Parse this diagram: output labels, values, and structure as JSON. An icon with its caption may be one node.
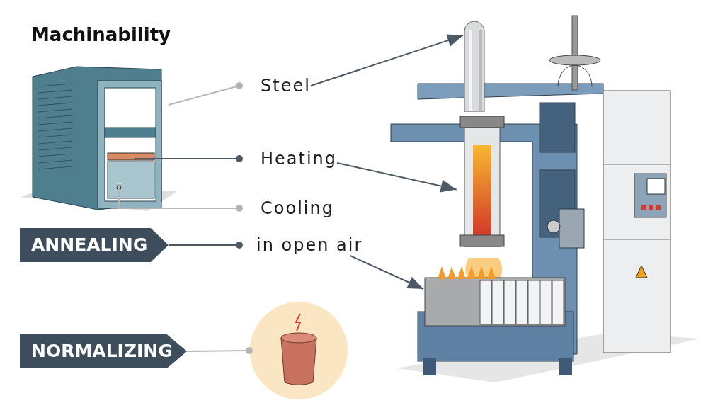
{
  "diagram": {
    "title": "Machinability",
    "nodes": [
      {
        "text": [],
        "shape": "picture"
      },
      {
        "text": [
          "Steel"
        ]
      },
      {
        "text": [
          "Heating"
        ]
      },
      {
        "text": [
          "Cooling"
        ]
      },
      {
        "text": [
          "ANNEALING"
        ]
      },
      {
        "text": [
          "in open air"
        ]
      },
      {
        "text": [
          "NORMALIZING"
        ]
      },
      {
        "text": [],
        "shape": "picture"
      },
      {
        "text": [],
        "shape": "picture"
      },
      {
        "text": [],
        "shape": "picture"
      },
      {
        "text": [],
        "shape": "picture"
      }
    ],
    "edges": [
      {
        "from": 0,
        "to": 1,
        "arrow": "other",
        "color": "#b5b5b5"
      },
      {
        "from": 0,
        "to": 2,
        "arrow": "other"
      },
      {
        "from": 0,
        "to": 3,
        "arrow": "other",
        "color": "#b5b5b5"
      },
      {
        "from": 4,
        "to": 5,
        "arrow": "other"
      },
      {
        "from": 6,
        "to": 7,
        "arrow": "other",
        "color": "#b5b5b5"
      },
      {
        "from": 1,
        "to": 8,
        "arrow": "to"
      },
      {
        "from": 2,
        "to": 9,
        "arrow": "to"
      },
      {
        "from": 5,
        "to": 10,
        "arrow": "to"
      }
    ]
  }
}
